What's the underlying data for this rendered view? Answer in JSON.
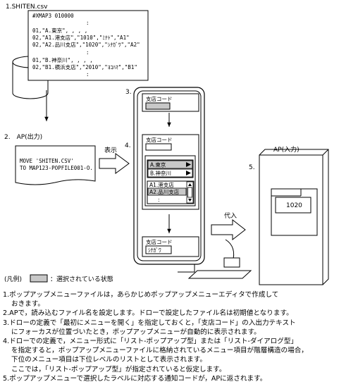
{
  "labels": {
    "step1": "1.SHITEN.csv",
    "step2": "2.　AP(出力)",
    "step3": "3.",
    "step4": "4.",
    "step5": "5.",
    "display": "表示",
    "assign": "代入",
    "ap_in": "AP(入力)"
  },
  "csv_lines": [
    "#XMAP3 010000",
    ":",
    "01,\"A.東京\", , , ,",
    "02,\"A1.港支店\",\"1010\",\"ﾐﾅﾄ\",\"A1\"",
    "02,\"A2.品川支店\",\"1020\",\"ｼﾅｶﾞﾜ\",\"A2\"",
    ":",
    "01,\"B.神奈川\", , , ,",
    "02,\"B1.横浜支店\",\"2010\",\"ﾖｺﾊﾏ\",\"B1\"",
    ":"
  ],
  "code_lines": [
    "MOVE 'SHITEN.CSV'",
    "  TO MAP123-POPFILE001-O."
  ],
  "screen": {
    "field_label": "支店コード",
    "menu_level1": [
      "A.東京",
      "B.神奈川"
    ],
    "menu_level2": [
      "A1.港支店",
      "A2.品川支店",
      ":"
    ],
    "result_value": "ｼﾅｶﾞﾜ"
  },
  "ap_value": "1020",
  "legend": {
    "prefix": "(凡例)",
    "text": "：選択されている状態"
  },
  "notes": [
    {
      "text": "1.ポップアップメニューファイルは，あらかじめポップアップメニューエディタで作成して",
      "indent": false
    },
    {
      "text": "おきます。",
      "indent": true
    },
    {
      "text": "2.APで，読み込むファイル名を設定します。ドローで設定したファイル名は初期値となります。",
      "indent": false
    },
    {
      "text": "3.ドローの定義で「最初にメニューを開く」を指定しておくと，「支店コード」の入出力テキスト",
      "indent": false
    },
    {
      "text": "にフォーカスが位置づいたとき，ポップアップメニューが自動的に表示されます。",
      "indent": true
    },
    {
      "text": "4.ドローでの定義で，メニュー形式に「リスト-ポップアップ型」または「リスト-ダイアログ型」",
      "indent": false
    },
    {
      "text": "を指定すると，ポップアップメニューファイルに格納されているメニュー項目が階層構造の場合，",
      "indent": true
    },
    {
      "text": "下位のメニュー項目は下位レベルのリストとして表示されます。",
      "indent": true
    },
    {
      "text": "ここでは，「リスト-ポップアップ型」が指定されていると仮定します。",
      "indent": true
    },
    {
      "text": "5.ポップアップメニューで選択したラベルに対応する通知コードが，APに返されます。",
      "indent": false
    }
  ],
  "colors": {
    "selected": "#c8c8c8",
    "line": "#000000"
  }
}
